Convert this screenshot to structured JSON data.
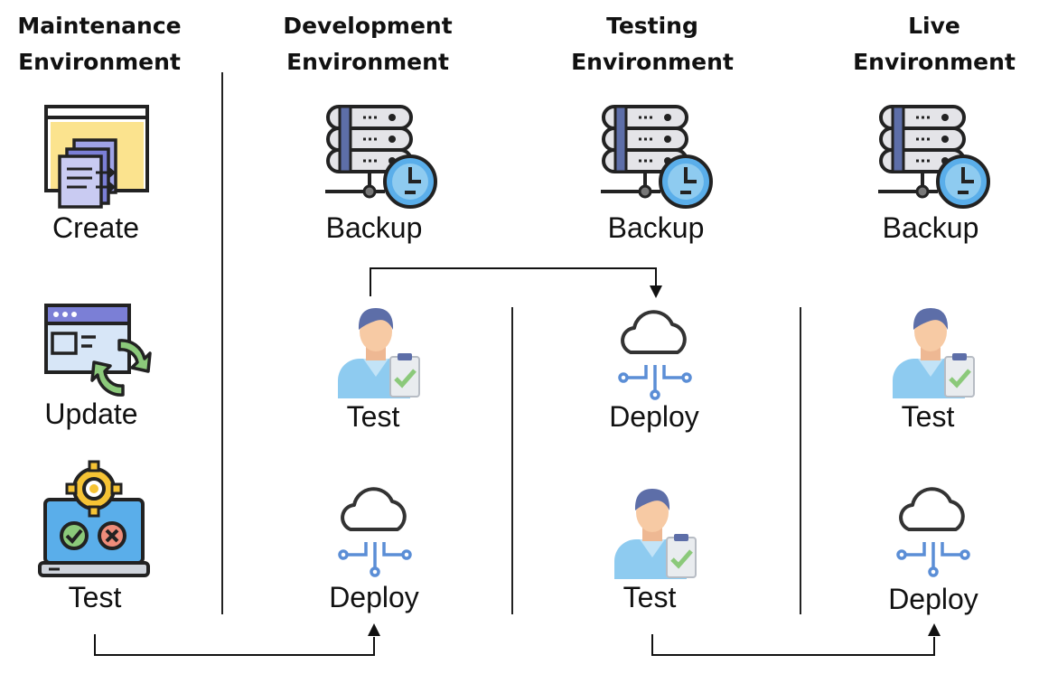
{
  "columns": [
    {
      "title_line1": "Maintenance",
      "title_line2": "Environment"
    },
    {
      "title_line1": "Development",
      "title_line2": "Environment"
    },
    {
      "title_line1": "Testing",
      "title_line2": "Environment"
    },
    {
      "title_line1": "Live",
      "title_line2": "Environment"
    }
  ],
  "maintenance": {
    "create": "Create",
    "update": "Update",
    "test": "Test"
  },
  "development": {
    "backup": "Backup",
    "test": "Test",
    "deploy": "Deploy"
  },
  "testing": {
    "backup": "Backup",
    "deploy": "Deploy",
    "test": "Test"
  },
  "live": {
    "backup": "Backup",
    "test": "Test",
    "deploy": "Deploy"
  },
  "icons": {
    "document": "documents-window-icon",
    "update": "browser-refresh-icon",
    "laptop": "laptop-check-gear-icon",
    "server": "server-clock-icon",
    "tester": "person-clipboard-icon",
    "cloud": "cloud-network-icon"
  },
  "colors": {
    "ink": "#222222",
    "skyBlue": "#5aaeea",
    "shirt": "#8ecbf0",
    "green": "#8bc97a",
    "yellow": "#fbe38e",
    "purple": "#7b7fd6",
    "gold": "#f6c334"
  }
}
